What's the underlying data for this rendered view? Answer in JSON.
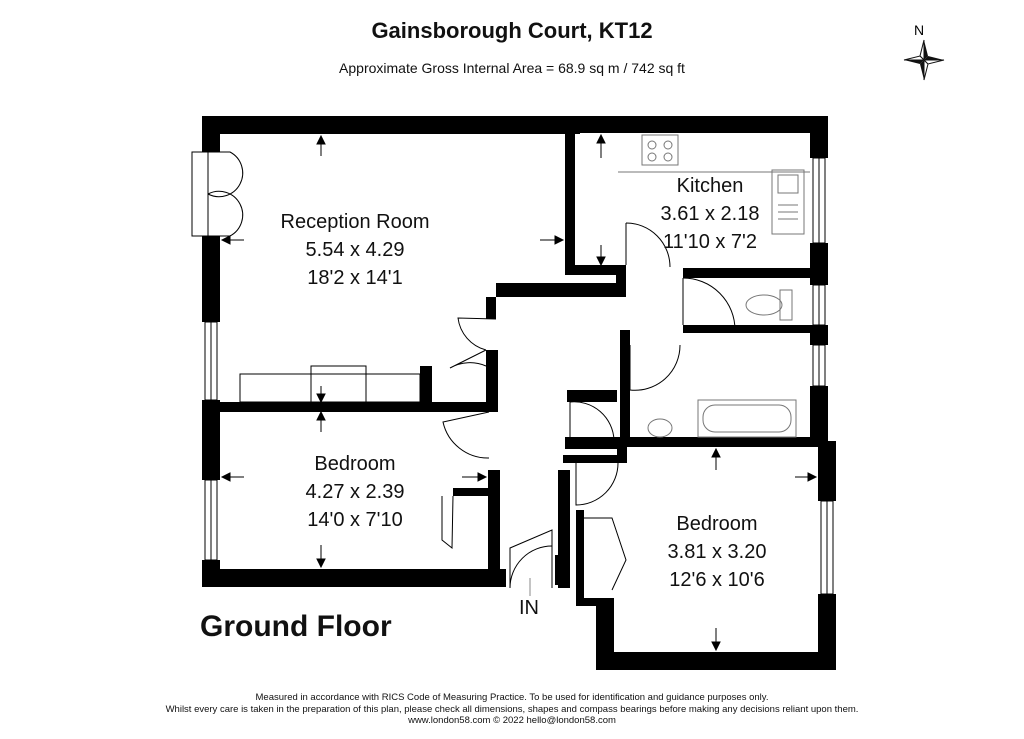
{
  "header": {
    "title": "Gainsborough Court, KT12",
    "subtitle": "Approximate Gross Internal Area = 68.9 sq m / 742 sq ft",
    "compass_label": "N"
  },
  "rooms": {
    "reception": {
      "name": "Reception Room",
      "metric": "5.54 x 4.29",
      "imperial": "18'2 x 14'1"
    },
    "kitchen": {
      "name": "Kitchen",
      "metric": "3.61 x 2.18",
      "imperial": "11'10 x 7'2"
    },
    "bedroom1": {
      "name": "Bedroom",
      "metric": "4.27 x 2.39",
      "imperial": "14'0 x 7'10"
    },
    "bedroom2": {
      "name": "Bedroom",
      "metric": "3.81 x 3.20",
      "imperial": "12'6 x 10'6"
    }
  },
  "entrance_label": "IN",
  "floor_label": "Ground Floor",
  "footer": {
    "line1": "Measured in accordance with RICS Code of Measuring Practice. To be used for identification and guidance purposes only.",
    "line2": "Whilst every care is taken in the preparation of this plan, please check all dimensions, shapes and compass bearings before making any decisions reliant upon them.",
    "line3": "www.london58.com © 2022 hello@london58.com"
  },
  "colors": {
    "wall": "#000000",
    "fixture": "#777777",
    "background": "#ffffff"
  }
}
